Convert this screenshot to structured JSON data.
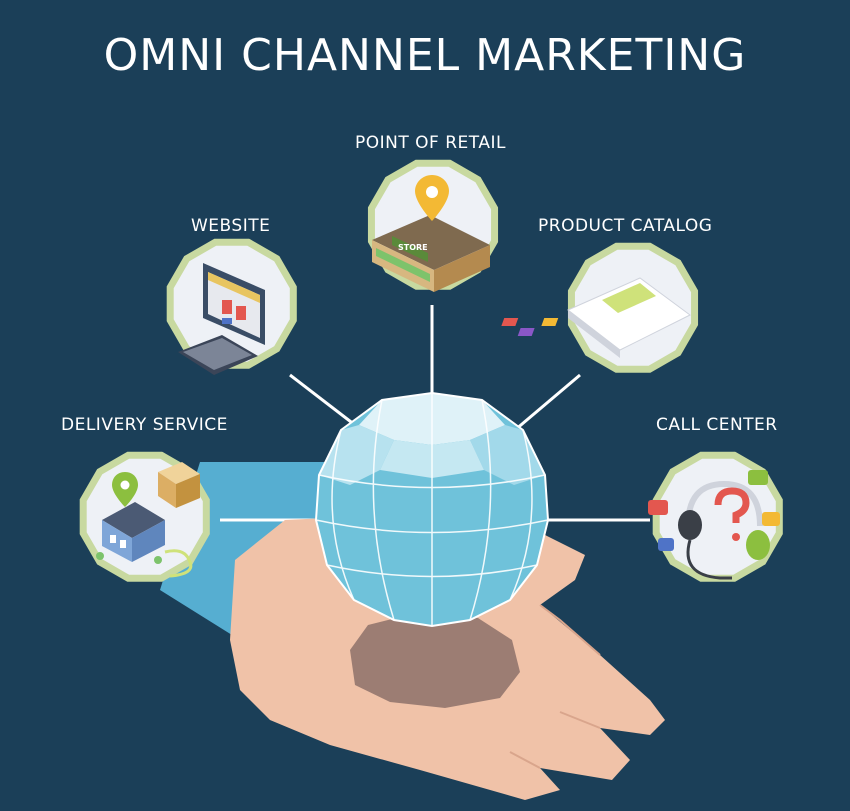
{
  "title": "OMNI CHANNEL MARKETING",
  "channels": {
    "point_of_retail": "POINT OF RETAIL",
    "website": "WEBSITE",
    "product_catalog": "PRODUCT CATALOG",
    "delivery_service": "DELIVERY SERVICE",
    "call_center": "CALL CENTER"
  },
  "store_sign": "STORE",
  "colors": {
    "background": "#1b3f58",
    "node_border": "#c8d9a0",
    "node_fill": "#eef1f6",
    "globe": "#6fc2da",
    "hand": "#f0c2a8",
    "connector": "#ffffff"
  },
  "icons": {
    "center": "globe-icon",
    "hand": "open-hand-icon",
    "point_of_retail": "store-icon",
    "website": "computer-icon",
    "product_catalog": "catalog-icon",
    "delivery_service": "house-delivery-icon",
    "call_center": "headset-icon"
  }
}
